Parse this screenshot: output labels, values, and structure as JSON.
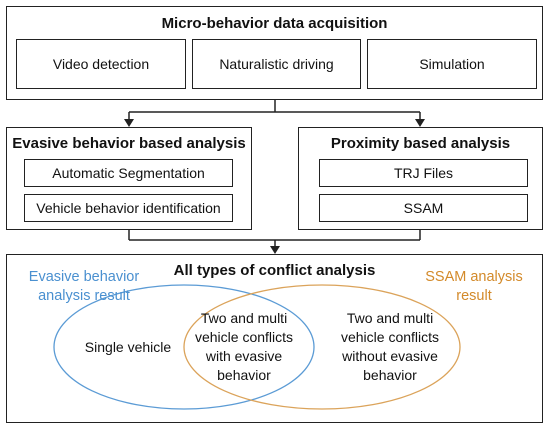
{
  "top_section": {
    "title": "Micro-behavior data acquisition",
    "items": [
      "Video detection",
      "Naturalistic driving",
      "Simulation"
    ]
  },
  "left_section": {
    "title": "Evasive behavior based analysis",
    "items": [
      "Automatic Segmentation",
      "Vehicle behavior identification"
    ]
  },
  "right_section": {
    "title": "Proximity based analysis",
    "items": [
      "TRJ Files",
      "SSAM"
    ]
  },
  "bottom_section": {
    "title": "All types of conflict analysis",
    "evasive_result_label": "Evasive behavior\nanalysis result",
    "ssam_result_label": "SSAM analysis\nresult",
    "regions": [
      "Single vehicle",
      "Two and multi\nvehicle conflicts\nwith evasive\nbehavior",
      "Two and multi\nvehicle conflicts\nwithout evasive\nbehavior"
    ]
  },
  "colors": {
    "evasive_ellipse": "#5b9bd5",
    "ssam_ellipse": "#dba35a",
    "evasive_label": "#4a90d0",
    "ssam_label": "#d38a2a",
    "line": "#222222"
  }
}
